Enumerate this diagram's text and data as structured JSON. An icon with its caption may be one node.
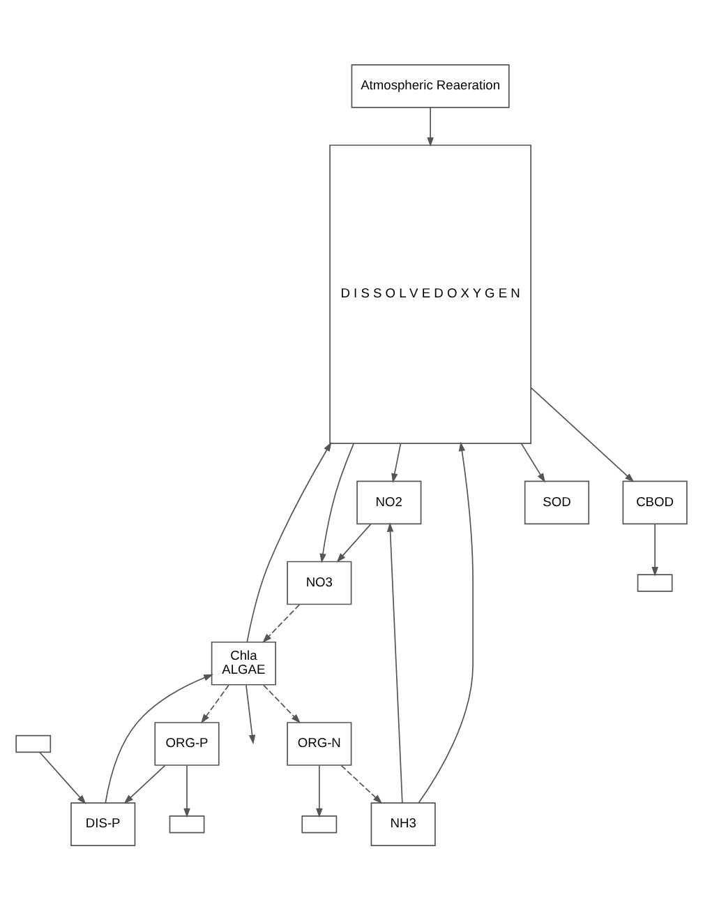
{
  "diagram": {
    "nodes": [
      {
        "text": [
          "Atmospheric Reaeration"
        ]
      },
      {
        "text": [
          "D I S S O L V E D O X Y G E N"
        ]
      },
      {
        "text": [
          "ORG-N"
        ]
      },
      {
        "text": [
          "NH3"
        ]
      },
      {
        "text": [
          "NO2"
        ]
      },
      {
        "text": [
          "NO3"
        ]
      },
      {
        "text": [
          "SOD"
        ]
      },
      {
        "text": [
          "CBOD"
        ]
      },
      {
        "text": [
          "ORG-P"
        ]
      },
      {
        "text": [
          "DIS-P"
        ]
      },
      {
        "text": [
          "Chla",
          "ALGAE"
        ]
      },
      {
        "text": [],
        "shape": "box"
      },
      {
        "text": [],
        "shape": "box"
      },
      {
        "text": [],
        "shape": "box"
      },
      {
        "text": [],
        "shape": "box"
      }
    ],
    "edges": [
      {
        "from": 0,
        "to": 1,
        "arrow": "to"
      },
      {
        "from": 1,
        "to": 6,
        "arrow": "to"
      },
      {
        "from": 1,
        "to": 7,
        "arrow": "to"
      },
      {
        "from": 2,
        "to": 3,
        "arrow": "to",
        "style": "dashed"
      },
      {
        "from": 2,
        "to": 11,
        "arrow": "to"
      },
      {
        "from": 3,
        "to": 1,
        "arrow": "to"
      },
      {
        "from": 1,
        "to": 4,
        "arrow": "to"
      },
      {
        "from": 1,
        "to": 5,
        "arrow": "to"
      },
      {
        "from": 3,
        "to": 4,
        "arrow": "to"
      },
      {
        "from": 4,
        "to": 5,
        "arrow": "to"
      },
      {
        "from": 10,
        "to": 2,
        "arrow": "to",
        "style": "dashed"
      },
      {
        "from": 5,
        "to": 10,
        "arrow": "to",
        "style": "dashed"
      },
      {
        "from": 10,
        "to": 1,
        "arrow": "to"
      },
      {
        "from": 7,
        "to": 12,
        "arrow": "to"
      },
      {
        "from": 8,
        "to": 9,
        "arrow": "to"
      },
      {
        "from": 8,
        "to": 13,
        "arrow": "to"
      },
      {
        "from": 14,
        "to": 9,
        "arrow": "to"
      },
      {
        "from": 9,
        "to": 10,
        "arrow": "to"
      },
      {
        "from": 10,
        "to": 8,
        "arrow": "to",
        "style": "dashed"
      },
      {
        "from": 10,
        "to": null,
        "arrow": "to"
      }
    ]
  }
}
